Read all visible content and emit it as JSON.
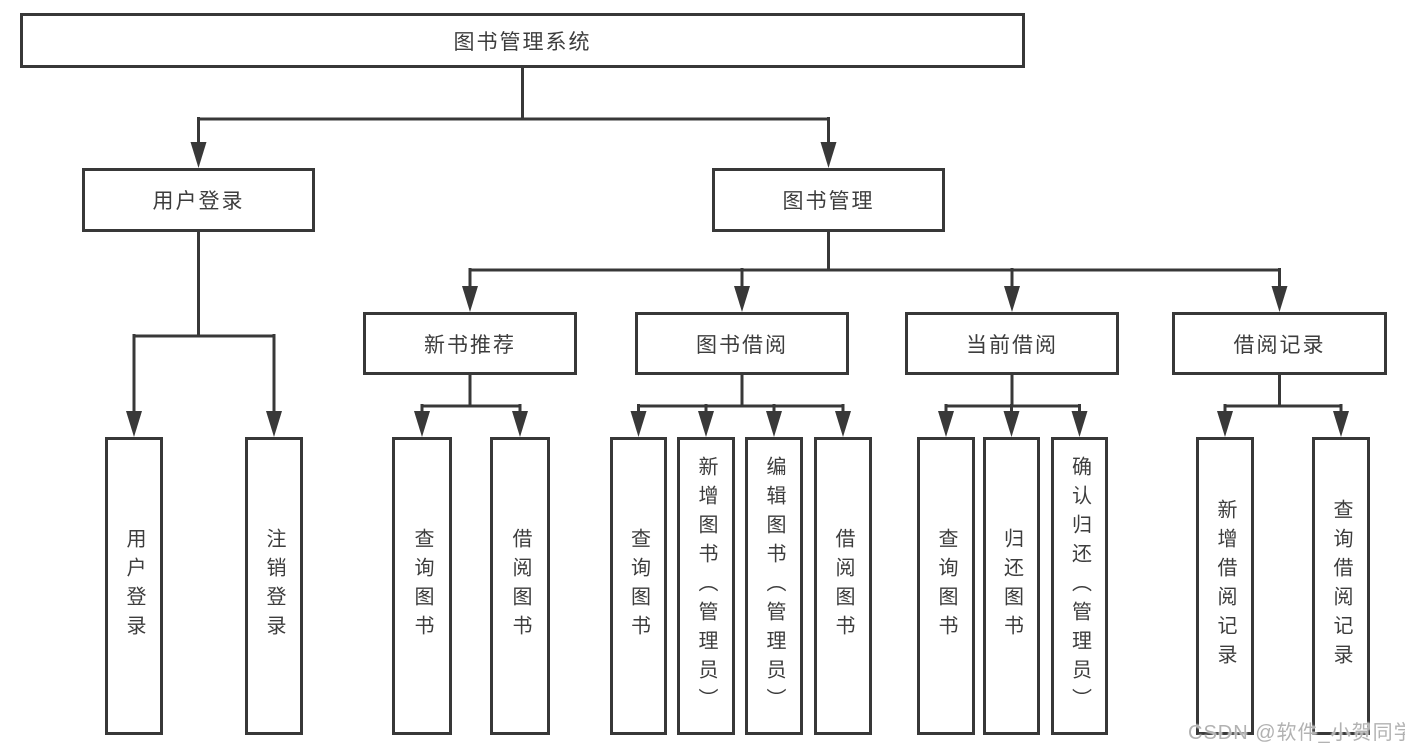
{
  "diagram": {
    "root": {
      "label": "图书管理系统"
    },
    "user_login": {
      "label": "用户登录",
      "children": {
        "login": "用户登录",
        "logout": "注销登录"
      }
    },
    "book_mgmt": {
      "label": "图书管理"
    },
    "new_book_rec": {
      "label": "新书推荐",
      "children": {
        "query": "查询图书",
        "borrow": "借阅图书"
      }
    },
    "book_borrow": {
      "label": "图书借阅",
      "children": {
        "query": "查询图书",
        "add": "新增图书（管理员）",
        "edit": "编辑图书（管理员）",
        "borrow": "借阅图书"
      }
    },
    "current_borrow": {
      "label": "当前借阅",
      "children": {
        "query": "查询图书",
        "return": "归还图书",
        "confirm": "确认归还（管理员）"
      }
    },
    "borrow_record": {
      "label": "借阅记录",
      "children": {
        "add": "新增借阅记录",
        "query": "查询借阅记录"
      }
    }
  },
  "watermark": "CSDN @软件_小贺同学",
  "colors": {
    "line": "#383838",
    "box_fill": "#ffffff",
    "text": "#3d3d3d",
    "watermark": "#b2b2b2"
  }
}
